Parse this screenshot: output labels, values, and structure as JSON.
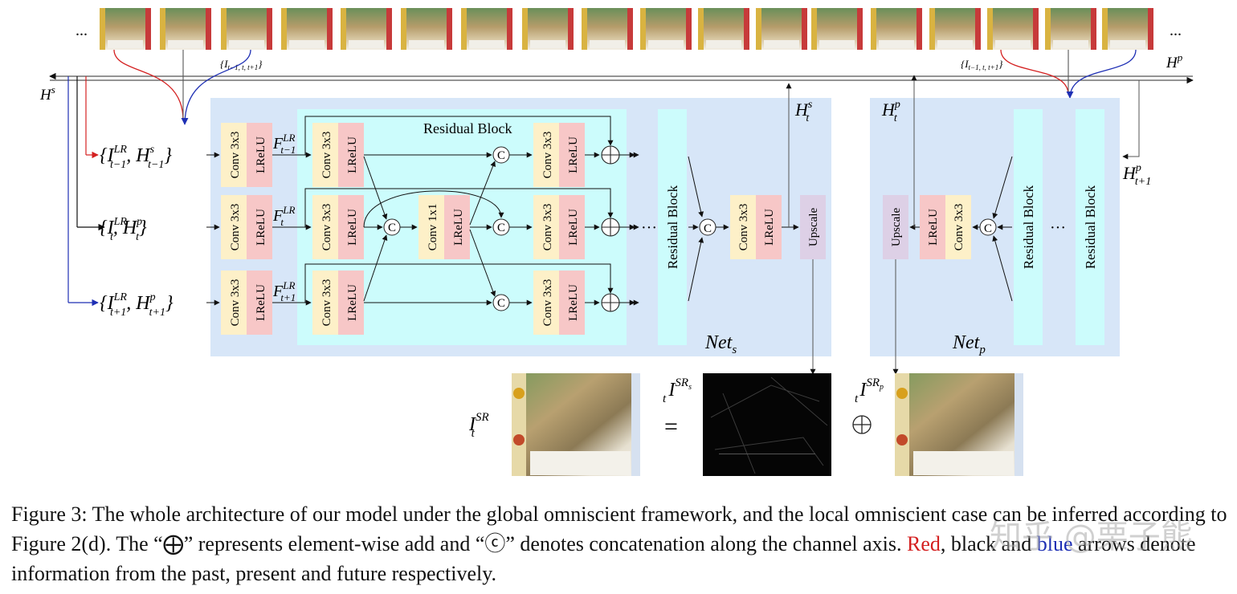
{
  "figure": {
    "ellipsis": "...",
    "dots_h": "···",
    "hs_label": "H",
    "hs_sup": "s",
    "hp_label": "H",
    "hp_sup": "p",
    "input_past_triplet": "{I",
    "past_triplet_sub": "t−1, t, t+1",
    "future_triplet_sub": "t−1, t, t+1",
    "rows": [
      {
        "input_main": "{I",
        "input_sub": "t−1",
        "input_sup": "LR",
        "input_h": ", H",
        "input_h_sub": "t−1",
        "input_h_sup": "s",
        "input_close": "}",
        "feat": "F",
        "feat_sup": "LR",
        "feat_sub": "t−1",
        "arrow_color": "#d42020"
      },
      {
        "input_main": "{I",
        "input_sub": "t",
        "input_sup": "LR",
        "input_h": ", H",
        "input_h_sub": "t",
        "input_h_sup": "p",
        "input_close": "}",
        "feat": "F",
        "feat_sup": "LR",
        "feat_sub": "t",
        "arrow_color": "#111111"
      },
      {
        "input_main": "{I",
        "input_sub": "t+1",
        "input_sup": "LR",
        "input_h": ", H",
        "input_h_sub": "t+1",
        "input_h_sup": "p",
        "input_close": "}",
        "feat": "F",
        "feat_sup": "LR",
        "feat_sub": "t+1",
        "arrow_color": "#1e2fb4"
      }
    ],
    "conv3": "Conv 3x3",
    "conv1": "Conv 1x1",
    "lrelu": "LReLU",
    "upscale": "Upscale",
    "residual_block": "Residual Block",
    "concat": "C",
    "net_s": "Net",
    "net_s_sub": "s",
    "net_p": "Net",
    "net_p_sub": "p",
    "hts": {
      "main": "H",
      "sub": "t",
      "sup": "s"
    },
    "htp": {
      "main": "H",
      "sub": "t",
      "sup": "p"
    },
    "htp1": {
      "main": "H",
      "sub": "t+1",
      "sup": "p"
    },
    "isr": {
      "main": "I",
      "sub": "t",
      "sup": "SR"
    },
    "isrs": {
      "main": "I",
      "sub": "t",
      "sup": "SR",
      "sup_sub": "s"
    },
    "isrp": {
      "main": "I",
      "sub": "t",
      "sup": "SR",
      "sup_sub": "p"
    },
    "equals": "=",
    "colors": {
      "net_bg": "#d7e6f8",
      "resblock_bg": "#ccfcfc",
      "conv": "#fdf0c8",
      "lrelu": "#f7c7c7",
      "upscale": "#ddd0e6",
      "resbar": "#ccfcfc",
      "red": "#d42020",
      "blue": "#1e2fb4"
    }
  },
  "caption": {
    "part1": "Figure 3: The whole architecture of our model under the global omniscient framework, and the local omniscient case can be inferred according to Figure 2(d). The “",
    "add_symbol": "⨁",
    "part2": "” represents element-wise add and “",
    "concat_symbol": "ⓒ",
    "part3": "” denotes concatenation along the channel axis. ",
    "red_word": "Red",
    "part4": ", black and ",
    "blue_word": "blue",
    "part5": " arrows denote information from the past, present and future respectively."
  },
  "watermark": "知乎 @栗子熊"
}
